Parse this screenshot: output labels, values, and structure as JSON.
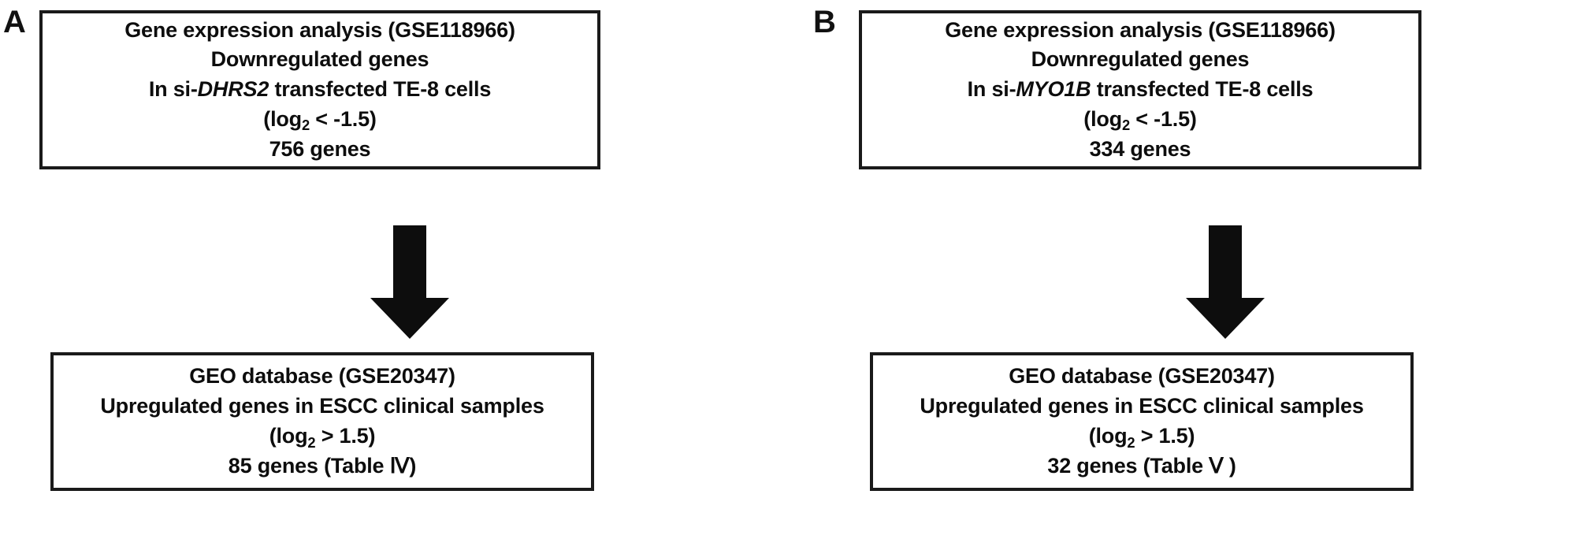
{
  "figure": {
    "background_color": "#ffffff",
    "line_color": "#1a1a1a",
    "text_color": "#0d0d0d"
  },
  "panels": [
    {
      "label": "A",
      "top_box": {
        "lines": [
          "Gene expression analysis (GSE118966)",
          "Downregulated genes",
          "In si-DHRS2 transfected TE-8 cells",
          "(log2 < -1.5)",
          "756 genes"
        ],
        "line1": "Gene expression analysis (GSE118966)",
        "line2": "Downregulated genes",
        "line3_prefix": "In si-",
        "line3_gene": "DHRS2",
        "line3_suffix": " transfected TE-8 cells",
        "line4_open": "(log",
        "line4_sub": "2",
        "line4_rest": " < -1.5)",
        "line5": "756 genes"
      },
      "arrow": {
        "direction": "down",
        "name": "down-arrow"
      },
      "bottom_box": {
        "lines": [
          "GEO database (GSE20347)",
          "Upregulated genes in ESCC clinical samples",
          "(log2 > 1.5)",
          "85 genes (Table Ⅳ)"
        ],
        "line1": "GEO database (GSE20347)",
        "line2": "Upregulated genes in ESCC clinical samples",
        "line3_open": "(log",
        "line3_sub": "2",
        "line3_rest": " > 1.5)",
        "line4": "85 genes (Table Ⅳ)"
      }
    },
    {
      "label": "B",
      "top_box": {
        "lines": [
          "Gene expression analysis (GSE118966)",
          "Downregulated genes",
          "In si-MYO1B transfected TE-8 cells",
          "(log2 < -1.5)",
          "334 genes"
        ],
        "line1": "Gene expression analysis (GSE118966)",
        "line2": "Downregulated genes",
        "line3_prefix": "In si-",
        "line3_gene": "MYO1B",
        "line3_suffix": " transfected TE-8 cells",
        "line4_open": "(log",
        "line4_sub": "2",
        "line4_rest": " < -1.5)",
        "line5": "334 genes"
      },
      "arrow": {
        "direction": "down",
        "name": "down-arrow"
      },
      "bottom_box": {
        "lines": [
          "GEO database (GSE20347)",
          "Upregulated genes in ESCC clinical samples",
          "(log2 > 1.5)",
          "32 genes (Table Ⅴ)"
        ],
        "line1": "GEO database (GSE20347)",
        "line2": "Upregulated genes in ESCC clinical samples",
        "line3_open": "(log",
        "line3_sub": "2",
        "line3_rest": " > 1.5)",
        "line4": "32 genes (Table Ⅴ )"
      }
    }
  ]
}
